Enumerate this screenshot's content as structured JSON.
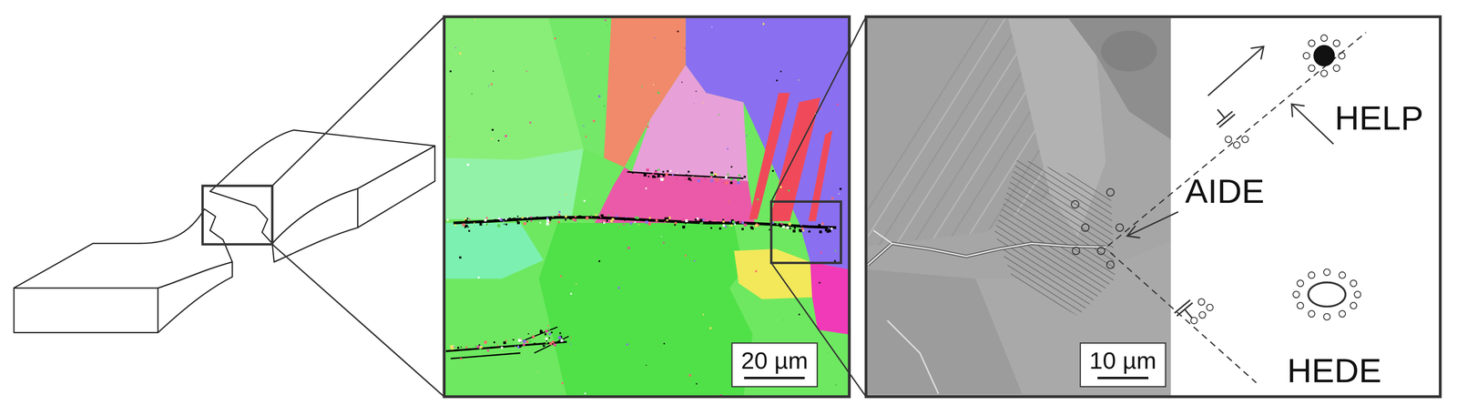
{
  "diagram": {
    "labels": [
      "20 µm",
      "HELP",
      "AIDE",
      "10 µm",
      "HEDE"
    ]
  }
}
